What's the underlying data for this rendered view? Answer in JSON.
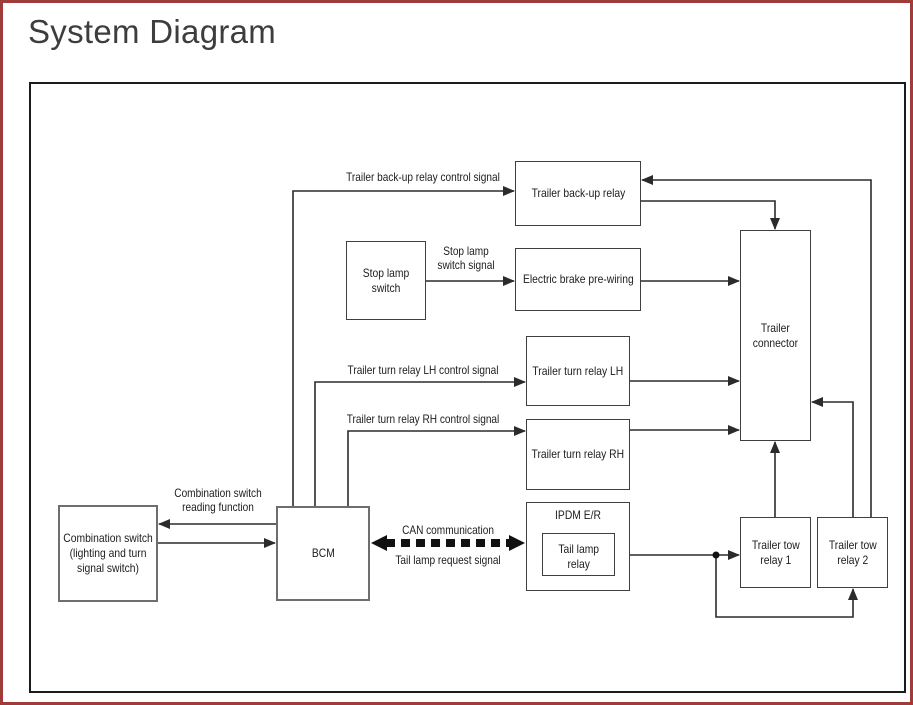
{
  "page": {
    "title": "System Diagram"
  },
  "colors": {
    "accent": "#a03b3b",
    "wire": "#2b2b2b",
    "text": "#1c1c1c"
  },
  "diagram": {
    "boxes": {
      "trailer_backup_relay": {
        "label": "Trailer back-up relay"
      },
      "stop_lamp_switch": {
        "label": "Stop lamp\nswitch"
      },
      "electric_brake_prewiring": {
        "label": "Electric brake pre-wiring"
      },
      "trailer_turn_relay_lh": {
        "label": "Trailer turn relay LH"
      },
      "trailer_turn_relay_rh": {
        "label": "Trailer turn relay RH"
      },
      "trailer_connector": {
        "label": "Trailer\nconnector"
      },
      "combination_switch": {
        "label": "Combination switch\n(lighting and turn\nsignal switch)"
      },
      "bcm": {
        "label": "BCM"
      },
      "ipdm_er": {
        "label": "IPDM E/R"
      },
      "tail_lamp_relay": {
        "label": "Tail lamp\nrelay"
      },
      "trailer_tow_relay_1": {
        "label": "Trailer tow\nrelay 1"
      },
      "trailer_tow_relay_2": {
        "label": "Trailer tow\nrelay 2"
      }
    },
    "signal_labels": {
      "backup_control": "Trailer back-up relay control signal",
      "stop_lamp": "Stop lamp\nswitch signal",
      "turn_lh_control": "Trailer turn relay LH control signal",
      "turn_rh_control": "Trailer turn relay RH control signal",
      "combination_reading": "Combination switch\nreading function",
      "can": "CAN communication",
      "tail_lamp_request": "Tail lamp request signal"
    }
  }
}
